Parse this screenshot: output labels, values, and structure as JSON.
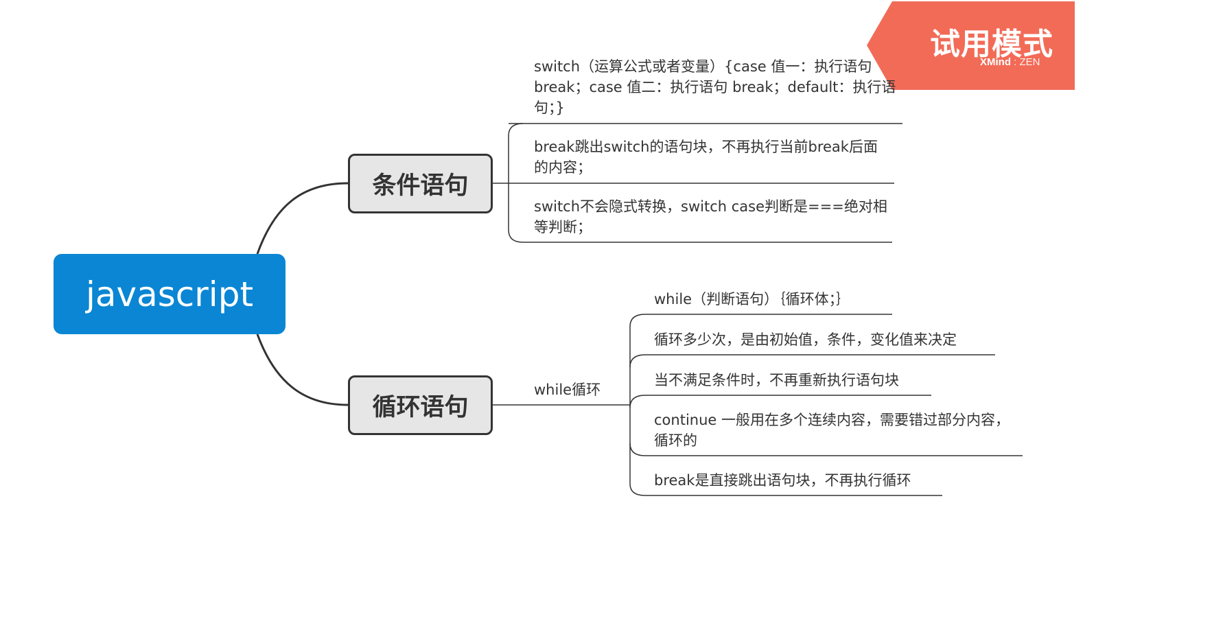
{
  "root": {
    "label": "javascript"
  },
  "branches": [
    {
      "label": "条件语句",
      "children": [
        {
          "text": "switch（运算公式或者变量）{case 值一：执行语句 break；case 值二：执行语句  break；default：执行语句；}"
        },
        {
          "text": "break跳出switch的语句块，不再执行当前break后面的内容；"
        },
        {
          "text": "switch不会隐式转换，switch case判断是===绝对相等判断；"
        }
      ]
    },
    {
      "label": "循环语句",
      "sub": {
        "label": "while循环",
        "children": [
          {
            "text": "while（判断语句）｛循环体；｝"
          },
          {
            "text": "循环多少次，是由初始值，条件，变化值来决定"
          },
          {
            "text": "当不满足条件时，不再重新执行语句块"
          },
          {
            "text": " continue  一般用在多个连续内容，需要错过部分内容，循环的"
          },
          {
            "text": "break是直接跳出语句块，不再执行循环"
          }
        ]
      }
    }
  ],
  "trial_badge": {
    "title": "试用模式",
    "brand": "XMind",
    "edition": "ZEN",
    "color": "#f26b57"
  },
  "colors": {
    "root": "#0a86d4",
    "node_fill": "#e6e6e6",
    "line": "#333333"
  }
}
